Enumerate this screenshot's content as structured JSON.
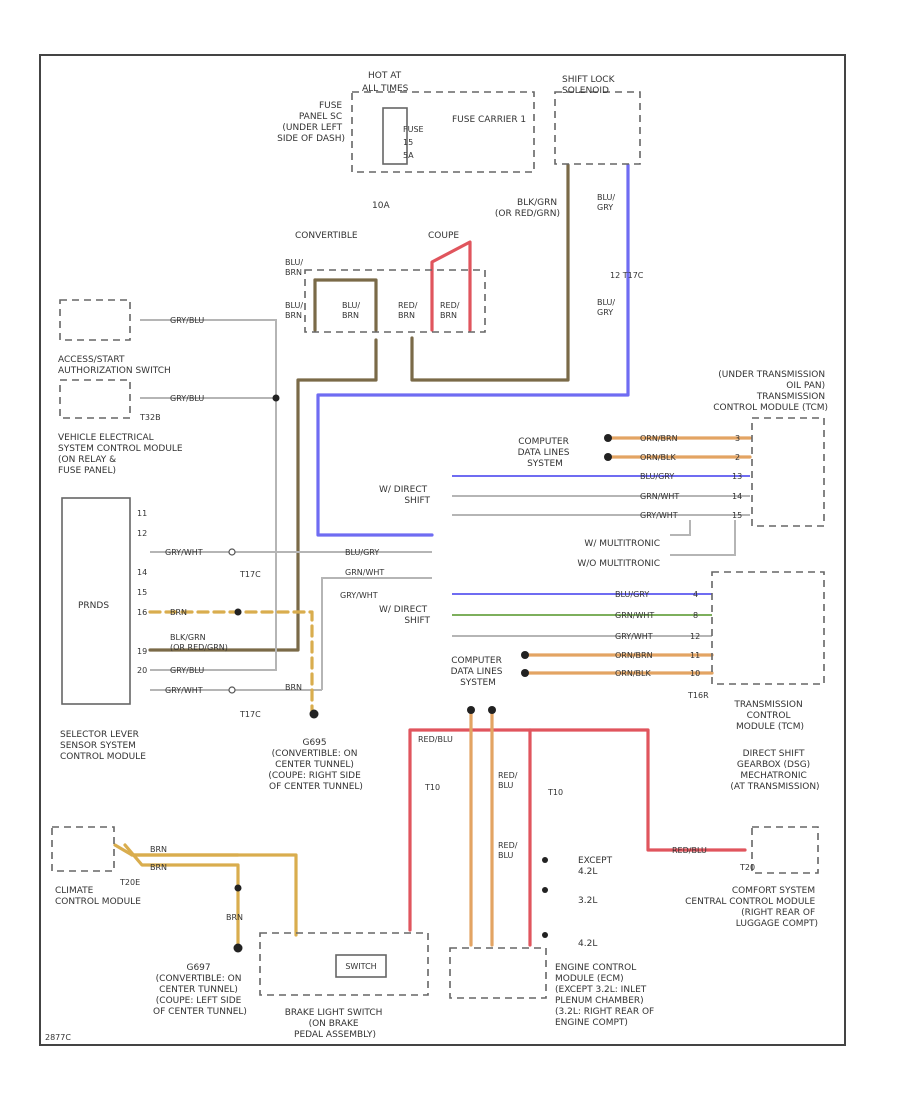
{
  "labels": {
    "hot_at": "HOT AT",
    "all_times": "ALL TIMES",
    "fuse_panel": [
      "FUSE",
      "PANEL SC",
      "(UNDER LEFT",
      "SIDE OF DASH)"
    ],
    "fuse": "FUSE",
    "fuse_num": "15",
    "fuse_amp": "5A",
    "fuse_carrier": "FUSE CARRIER 1",
    "fuse_10a": "10A",
    "shift_lock": [
      "SHIFT LOCK",
      "SOLENOID"
    ],
    "blk_grn": [
      "BLK/GRN",
      "(OR RED/GRN)"
    ],
    "blu_gry_a": [
      "BLU/",
      "GRY"
    ],
    "blu_gry_b": [
      "BLU/",
      "GRY"
    ],
    "t17c": "12  T17C",
    "convertible": "CONVERTIBLE",
    "coupe": "COUPE",
    "blu_brn_1": [
      "BLU/",
      "BRN"
    ],
    "blu_brn_2": [
      "BLU/",
      "BRN"
    ],
    "blu_brn_3": [
      "BLU/",
      "BRN"
    ],
    "red_brn_1": [
      "RED/",
      "BRN"
    ],
    "red_brn_2": [
      "RED/",
      "BRN"
    ],
    "accessory": [
      "ACCESS/START",
      "AUTHORIZATION SWITCH"
    ],
    "gry_blu_1": "GRY/BLU",
    "gry_blu_2": "GRY/BLU",
    "t32b": "T32B",
    "vecm": [
      "VEHICLE ELECTRICAL",
      "SYSTEM CONTROL MODULE",
      "(ON RELAY &",
      "FUSE PANEL)"
    ],
    "prnds": "PRNDS",
    "selector_pins": [
      "11",
      "12",
      "14",
      "15",
      "16",
      "19",
      "20"
    ],
    "selector": [
      "SELECTOR LEVER",
      "SENSOR SYSTEM",
      "CONTROL MODULE"
    ],
    "brn_1": "BRN",
    "brn_2": "BRN",
    "blk_grn_2": [
      "BLK/GRN",
      "(OR RED/GRN)"
    ],
    "gry_blu_3": "GRY/BLU",
    "gry_wht_1": "GRY/WHT",
    "gry_wht_2": "GRY/WHT",
    "t17c_2": "T17C",
    "t17c_3": "T17C",
    "blu_gry_c": "BLU/GRY",
    "grn_wht": "GRN/WHT",
    "g695": [
      "G695",
      "(CONVERTIBLE: ON",
      "CENTER TUNNEL)",
      "(COUPE: RIGHT SIDE",
      "OF CENTER TUNNEL)"
    ],
    "computer_data_1": [
      "COMPUTER",
      "DATA LINES",
      "SYSTEM"
    ],
    "computer_data_2": [
      "COMPUTER",
      "DATA LINES",
      "SYSTEM"
    ],
    "wdirect_1": [
      "W/ DIRECT",
      "SHIFT"
    ],
    "wdirect_2": [
      "W/ DIRECT",
      "SHIFT"
    ],
    "multitronic_1": "W/ MULTITRONIC",
    "multitronic_2": "W/O MULTITRONIC",
    "tcm_top": [
      "(UNDER TRANSMISSION",
      "OIL PAN)",
      "TRANSMISSION",
      "CONTROL MODULE (TCM)"
    ],
    "top_wires": [
      "ORN/BRN",
      "ORN/BLK",
      "BLU/GRY",
      "GRN/WHT",
      "GRY/WHT"
    ],
    "top_pins": [
      "3",
      "2",
      "13",
      "14",
      "15"
    ],
    "bot_wires": [
      "BLU/GRY",
      "GRN/WHT",
      "GRY/WHT",
      "ORN/BRN",
      "ORN/BLK"
    ],
    "bot_pins": [
      "4",
      "8",
      "12",
      "11",
      "10"
    ],
    "t16r": "T16R",
    "tcm_bottom": [
      "TRANSMISSION",
      "CONTROL",
      "MODULE (TCM)"
    ],
    "direct_shift": [
      "DIRECT SHIFT",
      "GEARBOX (DSG)",
      "MECHATRONIC",
      "(AT TRANSMISSION)"
    ],
    "red_blu": "RED/BLU",
    "red_blu_2": [
      "RED/",
      "BLU"
    ],
    "red_blu_3": [
      "RED/",
      "BLU"
    ],
    "t10": "T10",
    "t10b": "T10",
    "t20": "T20",
    "comfort": [
      "COMFORT SYSTEM",
      "CENTRAL CONTROL MODULE",
      "(RIGHT REAR OF",
      "LUGGAGE COMPT)"
    ],
    "except": [
      "EXCEPT",
      "4.2L"
    ],
    "l32": "3.2L",
    "l42": "4.2L",
    "climate": [
      "CLIMATE",
      "CONTROL MODULE"
    ],
    "t20e": "T20E",
    "brn_3": "BRN",
    "brn_4": "BRN",
    "brn_5": "BRN",
    "g697": [
      "G697",
      "(CONVERTIBLE: ON",
      "CENTER TUNNEL)",
      "(COUPE: LEFT SIDE",
      "OF CENTER TUNNEL)"
    ],
    "brake": [
      "BRAKE LIGHT SWITCH",
      "(ON BRAKE",
      "PEDAL ASSEMBLY)"
    ],
    "brake_inner": "SWITCH",
    "ecm": [
      "ENGINE CONTROL",
      "MODULE (ECM)",
      "(EXCEPT 3.2L: INLET",
      "PLENUM CHAMBER)",
      "(3.2L: RIGHT REAR OF",
      "ENGINE COMPT)"
    ],
    "footer": "2877C"
  },
  "colors": {
    "brown": "#7a6a48",
    "blue": "#6f6cf2",
    "red": "#e0555d",
    "orange": "#e3a463",
    "yellow": "#d9ad4e",
    "green": "#7daf5c",
    "gray": "#9a9a9a",
    "grayline": "#b5b5b5",
    "text": "#333333"
  }
}
